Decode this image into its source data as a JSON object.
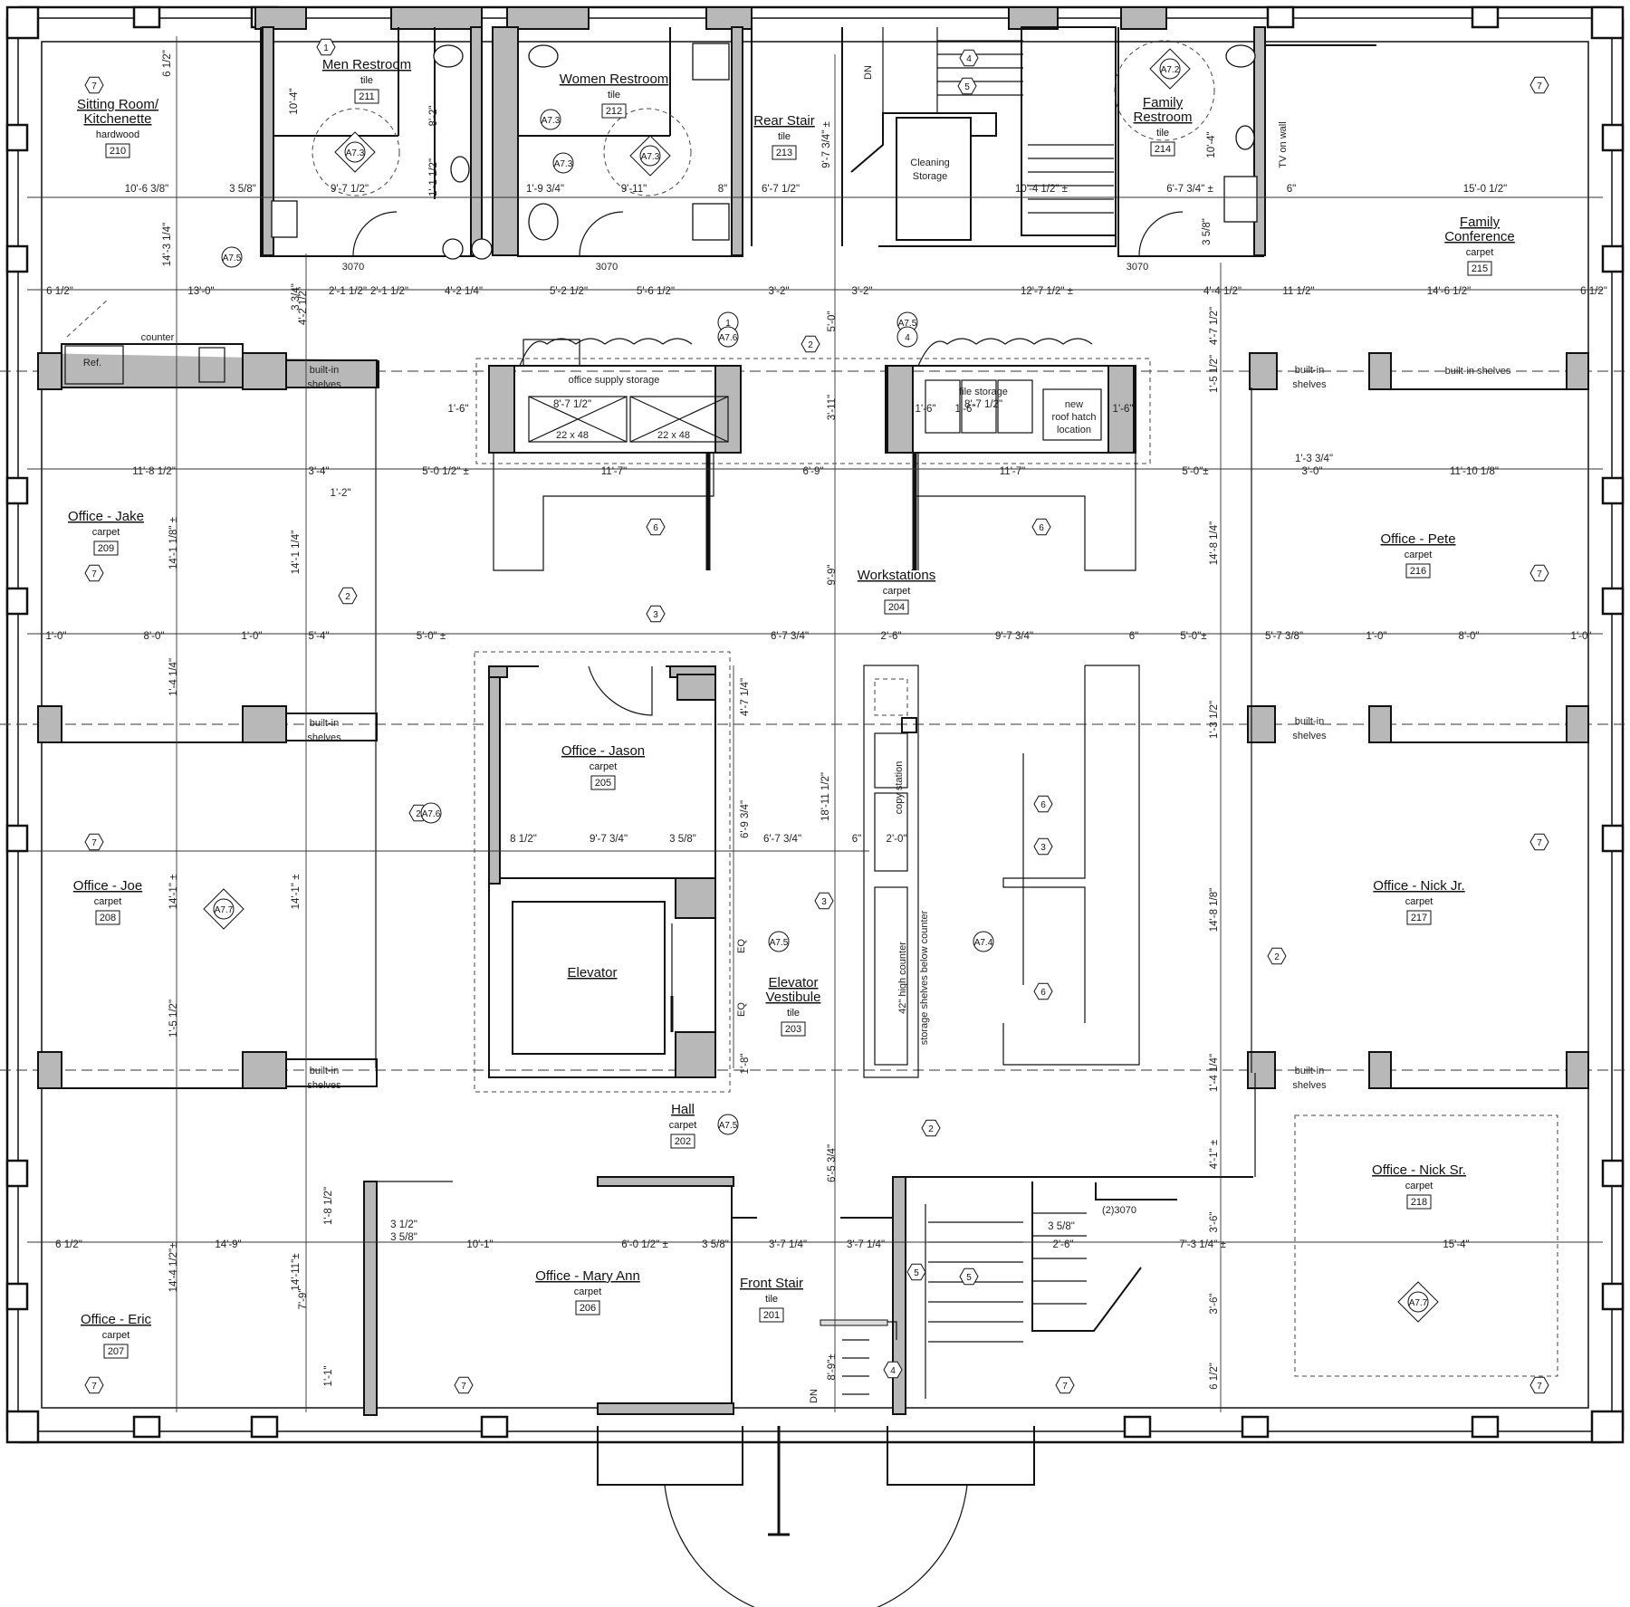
{
  "rooms": [
    {
      "name": "Sitting Room/",
      "name2": "Kitchenette",
      "floor": "hardwood",
      "number": "210"
    },
    {
      "name": "Men Restroom",
      "floor": "tile",
      "number": "211"
    },
    {
      "name": "Women Restroom",
      "floor": "tile",
      "number": "212"
    },
    {
      "name": "Rear Stair",
      "floor": "tile",
      "number": "213"
    },
    {
      "name": "Family",
      "name2": "Restroom",
      "floor": "tile",
      "number": "214"
    },
    {
      "name": "Family",
      "name2": "Conference",
      "floor": "carpet",
      "number": "215"
    },
    {
      "name": "Office - Jake",
      "floor": "carpet",
      "number": "209"
    },
    {
      "name": "Workstations",
      "floor": "carpet",
      "number": "204"
    },
    {
      "name": "Office - Pete",
      "floor": "carpet",
      "number": "216"
    },
    {
      "name": "Office - Jason",
      "floor": "carpet",
      "number": "205"
    },
    {
      "name": "Office - Joe",
      "floor": "carpet",
      "number": "208"
    },
    {
      "name": "Elevator"
    },
    {
      "name": "Elevator",
      "name2": "Vestibule",
      "floor": "tile",
      "number": "203"
    },
    {
      "name": "Office - Nick Jr.",
      "floor": "carpet",
      "number": "217"
    },
    {
      "name": "Hall",
      "floor": "carpet",
      "number": "202"
    },
    {
      "name": "Office - Nick Sr.",
      "floor": "carpet",
      "number": "218"
    },
    {
      "name": "Office - Mary Ann",
      "floor": "carpet",
      "number": "206"
    },
    {
      "name": "Front Stair",
      "floor": "tile",
      "number": "201"
    },
    {
      "name": "Office - Eric",
      "floor": "carpet",
      "number": "207"
    }
  ],
  "labels": {
    "cleaning_storage_1": "Cleaning",
    "cleaning_storage_2": "Storage",
    "counter": "counter",
    "ref": "Ref.",
    "builtin": "built-in",
    "shelves": "shelves",
    "builtin_shelves": "built-in shelves",
    "office_supply_storage": "office supply storage",
    "file_storage": "file storage",
    "new": "new",
    "roof_hatch": "roof hatch",
    "location": "location",
    "size_a": "22 x 48",
    "size_b": "22 x 48",
    "copy_station": "copy station",
    "high_counter": "42\" high counter",
    "storage_shelves": "storage shelves below counter",
    "tv_on_wall": "TV on wall",
    "dn_top": "DN",
    "dn_bottom": "DN",
    "door_a": "3070",
    "door_b": "3070",
    "door_c": "3070",
    "door_d": "(2)3070",
    "eq1": "EQ",
    "eq2": "EQ"
  },
  "dimensions": {
    "d1": "10'-6 3/8\"",
    "d2": "3 5/8\"",
    "d3": "9'-7 1/2\"",
    "d4": "1'-9 3/4\"",
    "d5": "9'-11\"",
    "d6": "8\"",
    "d7": "6'-7 1/2\"",
    "d8": "10'-4 1/2\" ±",
    "d9": "6'-7 3/4\" ±",
    "d10": "6\"",
    "d11": "15'-0 1/2\"",
    "d12": "6 1/2\"",
    "d13": "13'-0\"",
    "d14": "2'-1 1/2\"",
    "d15": "2'-1 1/2\"",
    "d16": "4'-2 1/4\"",
    "d17": "5'-2 1/2\"",
    "d18": "5'-6 1/2\"",
    "d19": "3'-2\"",
    "d20": "3'-2\"",
    "d21": "12'-7 1/2\" ±",
    "d22": "4'-4 1/2\"",
    "d23": "11 1/2\"",
    "d24": "14'-6 1/2\"",
    "d25": "6 1/2\"",
    "d26": "11'-8 1/2\"",
    "d27": "3'-4\"",
    "d28": "5'-0 1/2\" ±",
    "d29": "11'-7\"",
    "d30": "6'-9\"",
    "d31": "11'-7\"",
    "d32": "5'-0\"±",
    "d33": "3'-0\"",
    "d34": "11'-10 1/8\"",
    "d35": "1'-0\"",
    "d36": "8'-0\"",
    "d37": "1'-0\"",
    "d38": "5'-4\"",
    "d39": "5'-0\" ±",
    "d40": "6'-7 3/4\"",
    "d41": "2'-6\"",
    "d42": "9'-7 3/4\"",
    "d43": "6\"",
    "d44": "5'-0\"±",
    "d45": "5'-7 3/8\"",
    "d46": "1'-0\"",
    "d47": "8'-0\"",
    "d48": "1'-0\"",
    "d49": "8 1/2\"",
    "d50": "9'-7 3/4\"",
    "d51": "3 5/8\"",
    "d52": "6'-7 3/4\"",
    "d53": "6\"",
    "d54": "2'-0\"",
    "d55": "14'-9\"",
    "d56": "10'-1\"",
    "d57": "6'-0 1/2\" ±",
    "d58": "3 5/8\"",
    "d59": "3'-7 1/4\"",
    "d60": "3'-7 1/4\"",
    "d61": "7'-3 1/4\" ±",
    "d62": "15'-4\"",
    "d63": "2'-6\"",
    "d64": "3 5/8\"",
    "d65": "1'-6\"",
    "d66": "1'-6\"",
    "d67": "1'-6\"",
    "d68": "1'-6\"",
    "d69": "8'-7 1/2\"",
    "d70": "8'-7 1/2\"",
    "d71": "1'-2\"",
    "d72": "1'-3 3/4\"",
    "d73": "3 1/2\"",
    "d74": "3 5/8\"",
    "d75": "6 1/2\""
  },
  "vdimensions": {
    "v1": "6 1/2\"",
    "v2": "14'-3 1/4\"",
    "v3": "10'-4\"",
    "v4": "8'-2\"",
    "v5": "1'-1 1/2\"",
    "v6": "9'-7 3/4\" ±",
    "v7": "10'-4\"",
    "v8": "3 5/8\"",
    "v9": "4'-2 1/2\"",
    "v10": "3 3/4\"",
    "v11": "5'-0\"",
    "v12": "3'-11\"",
    "v13": "9'-9\"",
    "v14": "14'-1 1/8\" ±",
    "v15": "14'-1 1/4\"",
    "v16": "1'-4 1/4\"",
    "v17": "14'-8 1/4\"",
    "v18": "4'-7 1/4\"",
    "v19": "6'-9 3/4\"",
    "v20": "18'-11 1/2\"",
    "v21": "14'-1\" ±",
    "v22": "14'-1\" ±",
    "v23": "1'-5 1/2\"",
    "v24": "14'-8 1/8\"",
    "v25": "1'-8\"",
    "v26": "14'-4 1/2\"±",
    "v27": "14'-11\"±",
    "v28": "7'-9\"",
    "v29": "6'-5 3/4\"",
    "v30": "8'-9\"±",
    "v31": "3'-6\"",
    "v32": "3'-6\"",
    "v33": "4'-1\" ±",
    "v34": "6 1/2\"",
    "v35": "1'-1\"",
    "v36": "1'-8 1/2\"",
    "v37": "1'-4 1/4\"",
    "v38": "1'-3 1/2\"",
    "v39": "1'-5 1/2\"",
    "v40": "4'-7 1/2\""
  },
  "tags": {
    "t1": "1",
    "t2": "2",
    "t3": "3",
    "t4": "4",
    "t5": "5",
    "t6": "6",
    "t7": "7",
    "a72": "A7.2",
    "a73": "A7.3",
    "a74": "A7.4",
    "a75": "A7.5",
    "a76": "A7.6",
    "a77": "A7.7"
  }
}
